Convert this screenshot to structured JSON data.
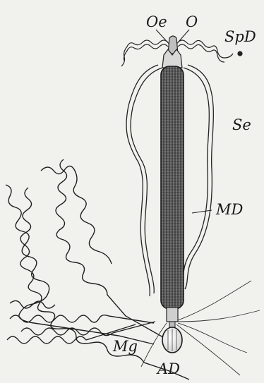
{
  "labels": {
    "oe": "Oe",
    "o": "O",
    "spd": "SpD",
    "se": "Se",
    "md": "MD",
    "mg": "Mg",
    "ad": "AD"
  },
  "colors": {
    "background": "#f1f1ee",
    "ink": "#1a1a1a",
    "gut_fill": "#5e5e5e"
  }
}
